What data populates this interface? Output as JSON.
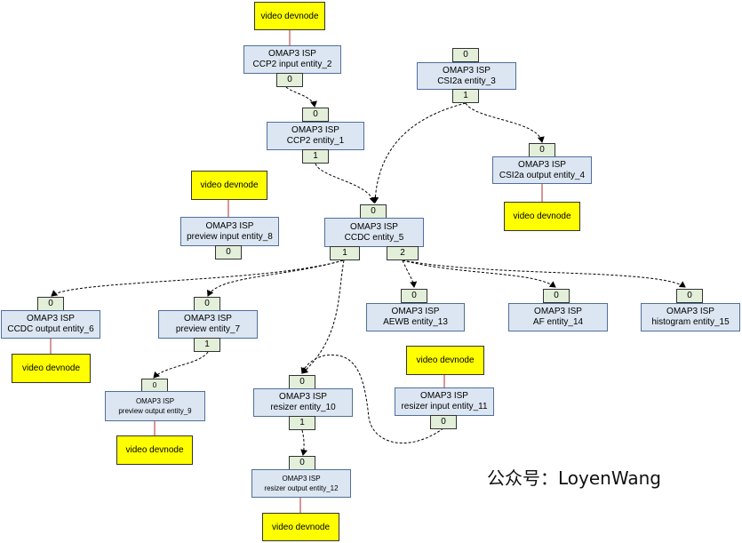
{
  "entities": {
    "ccp2_input": {
      "line1": "OMAP3 ISP",
      "line2": "CCP2 input entity_2"
    },
    "ccp2": {
      "line1": "OMAP3 ISP",
      "line2": "CCP2 entity_1"
    },
    "csi2a": {
      "line1": "OMAP3 ISP",
      "line2": "CSI2a entity_3"
    },
    "csi2a_output": {
      "line1": "OMAP3 ISP",
      "line2": "CSI2a output entity_4"
    },
    "preview_input": {
      "line1": "OMAP3 ISP",
      "line2": "preview input entity_8"
    },
    "ccdc": {
      "line1": "OMAP3 ISP",
      "line2": "CCDC entity_5"
    },
    "ccdc_output": {
      "line1": "OMAP3 ISP",
      "line2": "CCDC output entity_6"
    },
    "preview": {
      "line1": "OMAP3 ISP",
      "line2": "preview entity_7"
    },
    "aewb": {
      "line1": "OMAP3 ISP",
      "line2": "AEWB entity_13"
    },
    "af": {
      "line1": "OMAP3 ISP",
      "line2": "AF entity_14"
    },
    "histogram": {
      "line1": "OMAP3 ISP",
      "line2": "histogram entity_15"
    },
    "preview_output": {
      "line1": "OMAP3 ISP",
      "line2": "preview output entity_9"
    },
    "resizer": {
      "line1": "OMAP3 ISP",
      "line2": "resizer entity_10"
    },
    "resizer_input": {
      "line1": "OMAP3 ISP",
      "line2": "resizer input entity_11"
    },
    "resizer_output": {
      "line1": "OMAP3 ISP",
      "line2": "resizer output entity_12"
    }
  },
  "pads": {
    "ccp2_input_0": "0",
    "ccp2_0": "0",
    "ccp2_1": "1",
    "csi2a_0": "0",
    "csi2a_1": "1",
    "csi2a_output_0": "0",
    "ccdc_0": "0",
    "ccdc_1": "1",
    "ccdc_2": "2",
    "preview_input_0": "0",
    "ccdc_output_0": "0",
    "preview_0": "0",
    "preview_1": "1",
    "aewb_0": "0",
    "af_0": "0",
    "histogram_0": "0",
    "preview_output_0": "0",
    "resizer_0": "0",
    "resizer_1": "1",
    "resizer_input_0": "0",
    "resizer_output_0": "0"
  },
  "video_devnode_label": "video devnode",
  "watermark": "公众号：LoyenWang",
  "colors": {
    "entity_fill": "#dce6f2",
    "pad_fill": "#e3efd9",
    "devnode_fill": "#ffff00",
    "devnode_link": "#c0504d"
  }
}
